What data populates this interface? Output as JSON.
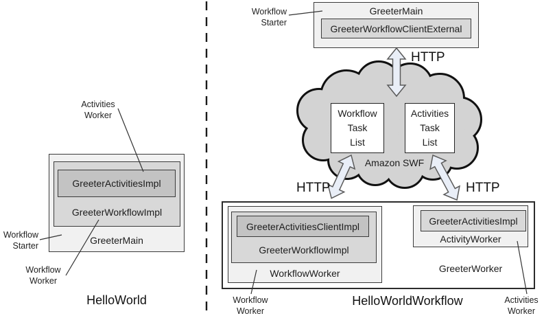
{
  "colors": {
    "box_light": "#f1f1f1",
    "box_medium": "#d8d8d8",
    "box_dark": "#c3c3c3",
    "cloud_fill": "#d3d3d3",
    "arrow_fill": "#e9eef7",
    "border": "#3a3a3a"
  },
  "left_panel": {
    "title": "HelloWorld",
    "outer_box_label": "GreeterMain",
    "middle_box_label": "GreeterWorkflowImpl",
    "inner_box_label": "GreeterActivitiesImpl",
    "activities_worker_label": {
      "line1": "Activities",
      "line2": "Worker"
    },
    "workflow_starter_label": {
      "line1": "Workflow",
      "line2": "Starter"
    },
    "workflow_worker_label": {
      "line1": "Workflow",
      "line2": "Worker"
    }
  },
  "right_panel": {
    "title": "HelloWorldWorkflow",
    "workflow_starter_label": {
      "line1": "Workflow",
      "line2": "Starter"
    },
    "starter_box": {
      "outer_label": "GreeterMain",
      "inner_label": "GreeterWorkflowClientExternal"
    },
    "http_top": "HTTP",
    "http_left": "HTTP",
    "http_right": "HTTP",
    "cloud": {
      "label": "Amazon SWF",
      "workflow_task_list": {
        "line1": "Workflow",
        "line2": "Task",
        "line3": "List"
      },
      "activities_task_list": {
        "line1": "Activities",
        "line2": "Task",
        "line3": "List"
      }
    },
    "workflow_worker_box": {
      "outer_label": "WorkflowWorker",
      "middle_label": "GreeterWorkflowImpl",
      "inner_label": "GreeterActivitiesClientImpl"
    },
    "greeter_worker_box": {
      "outer_label": "GreeterWorker",
      "middle_label": "ActivityWorker",
      "inner_label": "GreeterActivitiesImpl"
    },
    "workflow_worker_label": {
      "line1": "Workflow",
      "line2": "Worker"
    },
    "activities_worker_label": {
      "line1": "Activities",
      "line2": "Worker"
    }
  }
}
